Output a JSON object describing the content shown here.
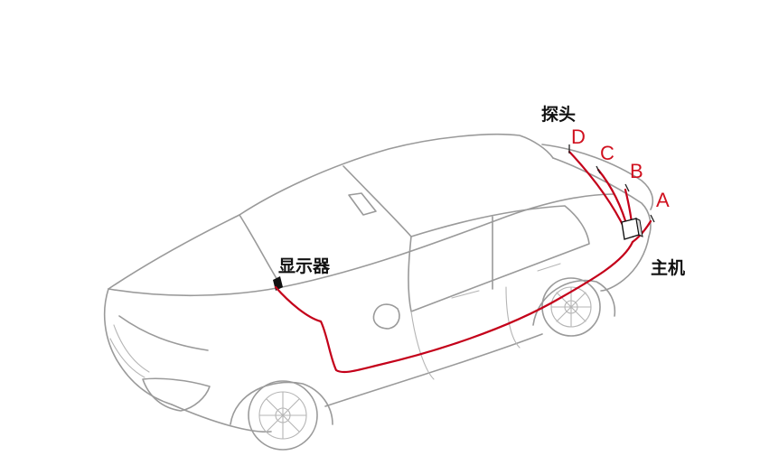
{
  "labels": {
    "probe": "探头",
    "display": "显示器",
    "host": "主机",
    "sensor_a": "A",
    "sensor_b": "B",
    "sensor_c": "C",
    "sensor_d": "D"
  },
  "colors": {
    "wire": "#c4001a",
    "label_red": "#d0101e",
    "car_outline": "#9a9a9a"
  }
}
